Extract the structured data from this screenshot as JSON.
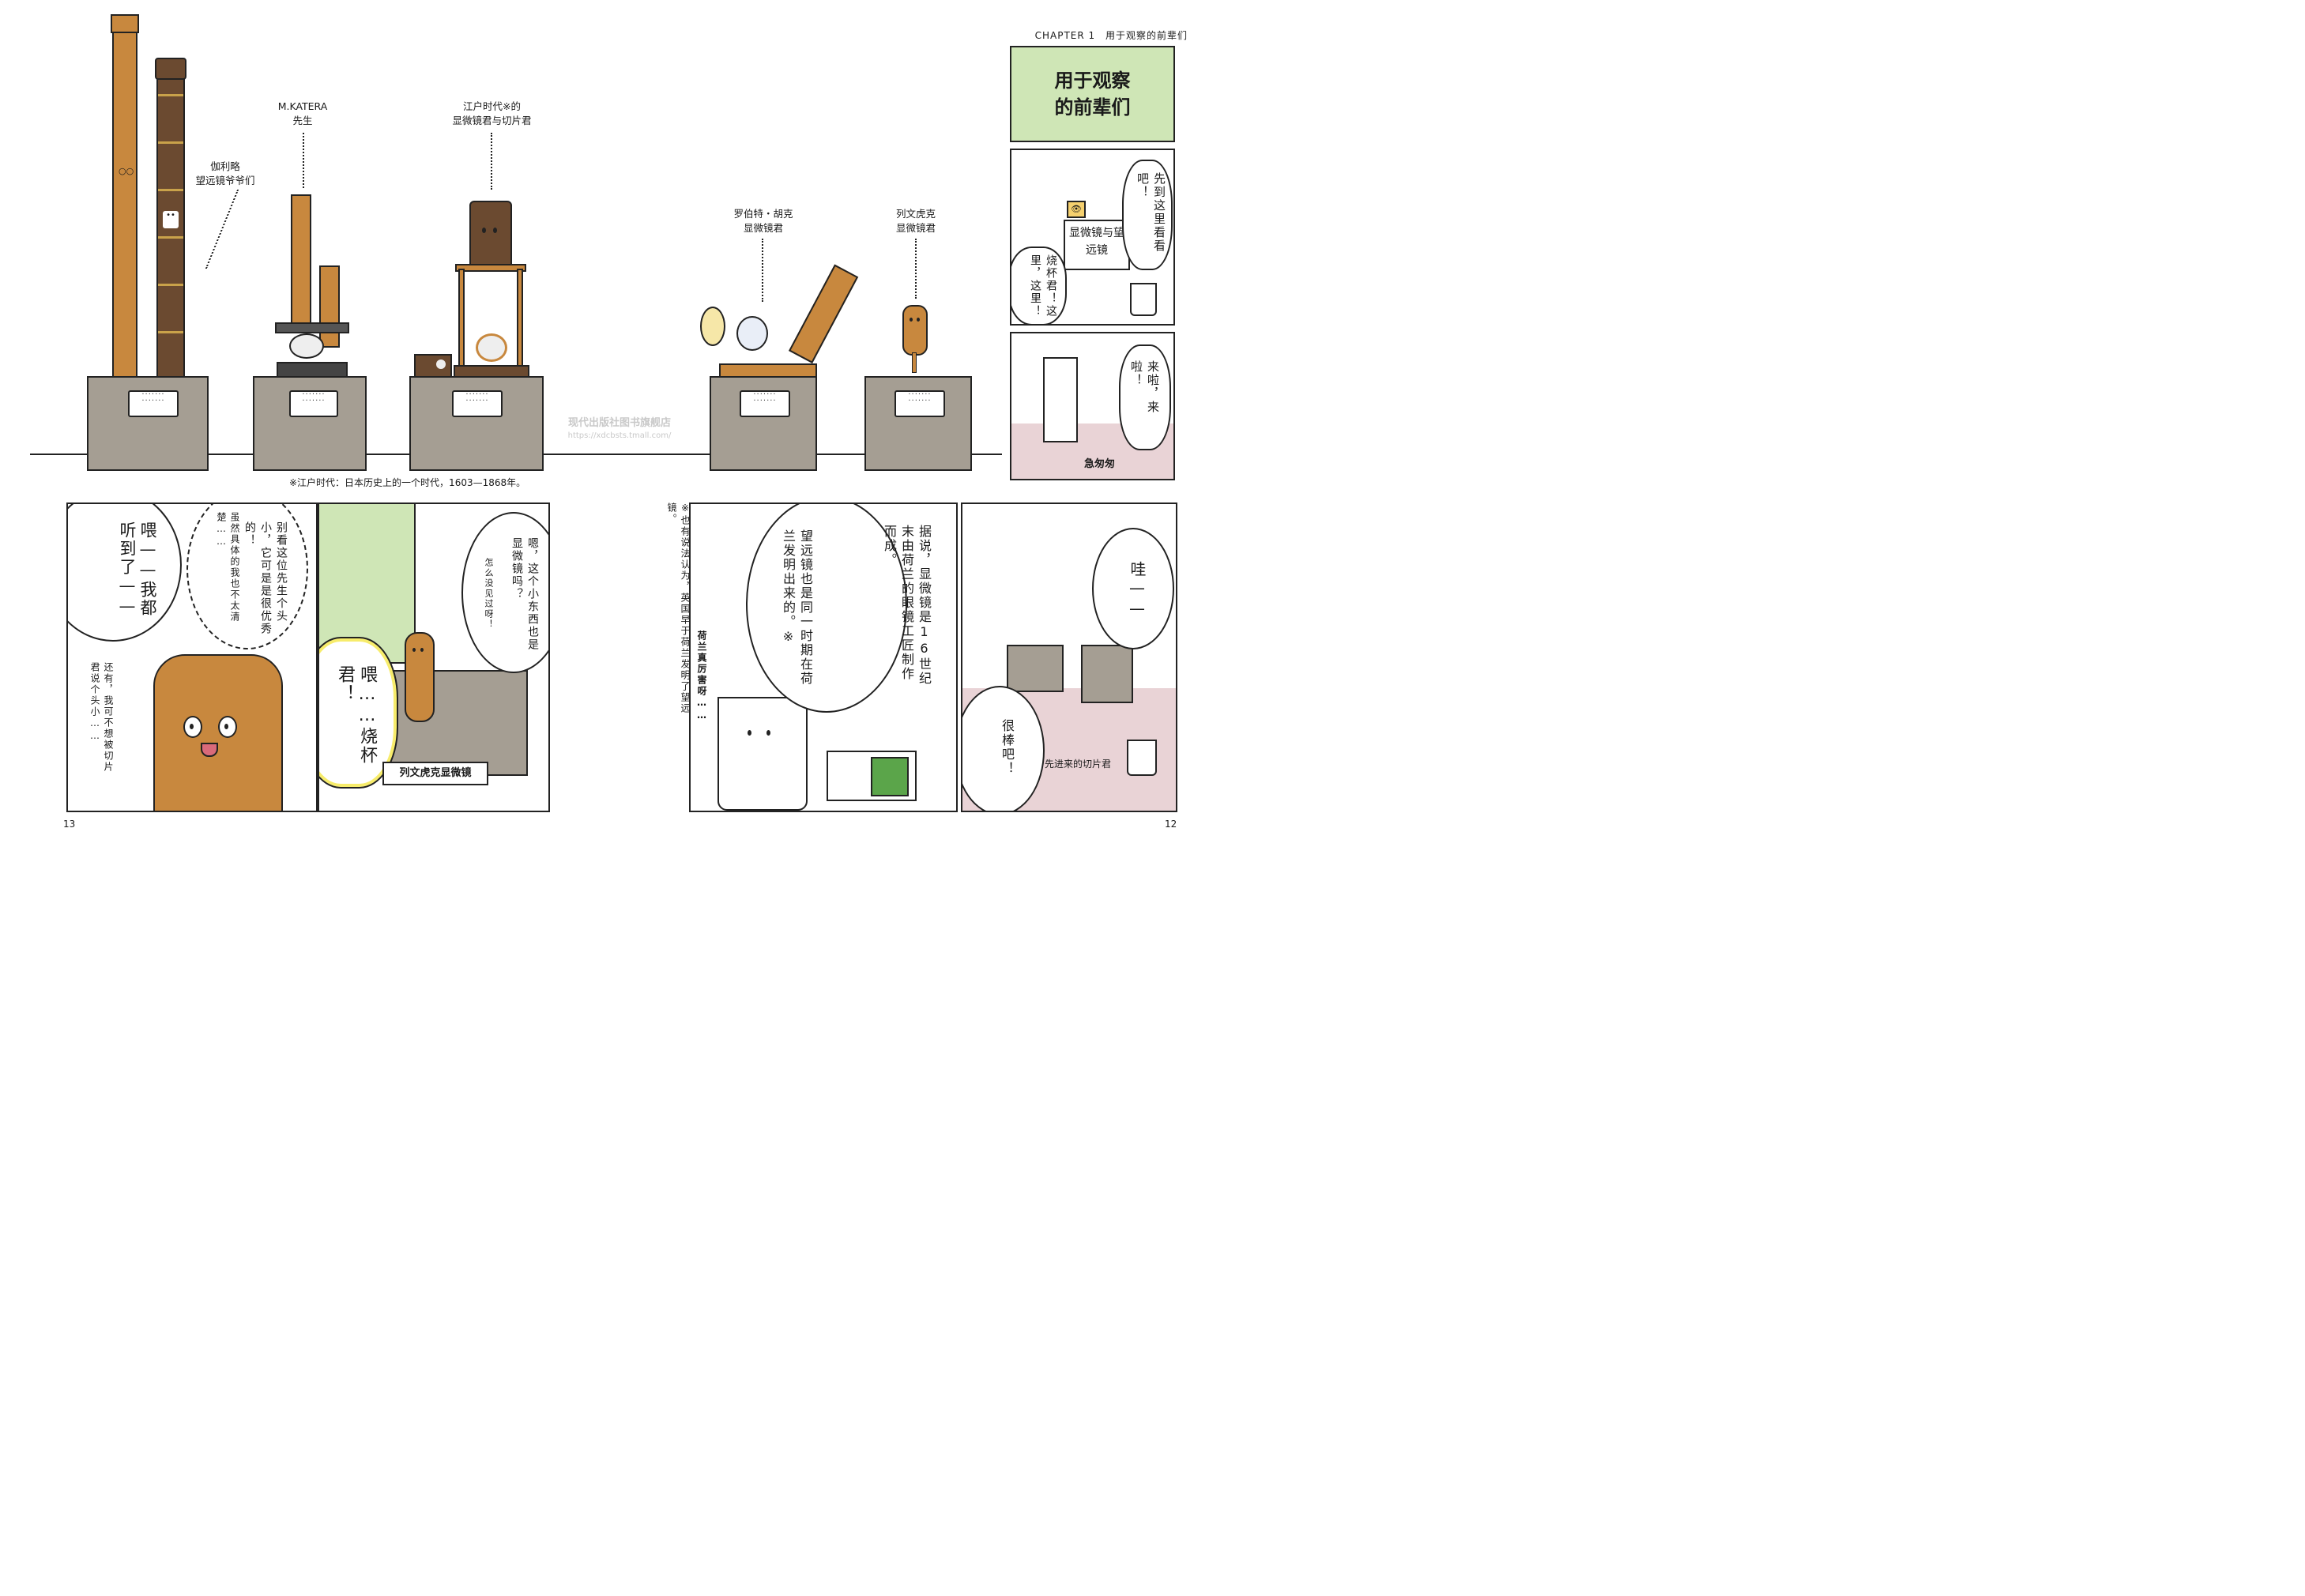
{
  "header": {
    "chapter": "CHAPTER 1",
    "chapter_title": "用于观察的前辈们"
  },
  "title_box": {
    "line1": "用于观察",
    "line2": "的前辈们"
  },
  "exhibit": {
    "galileo_label": [
      "伽利略",
      "望远镜爷爷们"
    ],
    "katera_label": [
      "M.KATERA",
      "先生"
    ],
    "edo_label": [
      "江户时代※的",
      "显微镜君与切片君"
    ],
    "hooke_label": [
      "罗伯特・胡克",
      "显微镜君"
    ],
    "leeuwenhoek_label": [
      "列文虎克",
      "显微镜君"
    ],
    "plaque_text": "·······\n·······"
  },
  "footnote_top": "※江户时代：日本历史上的一个时代，1603—1868年。",
  "watermark": {
    "shop": "现代出版社图书旗舰店",
    "url": "https://xdcbsts.tmall.com/"
  },
  "panels": {
    "p1": {
      "speech1": "先到这里看看吧！",
      "speech2": "烧杯君！这里，这里！",
      "sign": "显微镜与望远镜"
    },
    "p2": {
      "speech": "来啦，来啦！",
      "sfx": "急匆匆"
    },
    "p3": {
      "narration": "据说，显微镜是16世纪末由荷兰的眼镜工匠制作而成。",
      "speech": "望远镜也是同一时期在荷兰发明出来的。※",
      "small": "荷兰真厉害呀……"
    },
    "p3_footnote": "※也有说法认为，英国早于荷兰发明了望远镜。",
    "p4": {
      "speech1": "哇——",
      "speech2": "很棒吧！",
      "caption": "先进来的切片君"
    },
    "p5": {
      "speech1": "喂——我都听到了——",
      "thought": "别看这位先生个头小，它可是是很优秀的！",
      "thought2": "虽然具体的我也不太清楚……",
      "speech2": "还有，我可不想被切片君说个头小……"
    },
    "p6": {
      "shout": "喂……烧杯君！",
      "speech": "嗯，这个小东西也是显微镜吗？",
      "speech_small": "怎么没见过呀！",
      "plate": "列文虎克显微镜"
    }
  },
  "page_numbers": {
    "left": "13",
    "right": "12"
  },
  "colors": {
    "title_bg": "#cfe6b6",
    "pedestal": "#a59e93",
    "wood": "#c8883e",
    "dark_wood": "#6b4a30",
    "floor_pink": "#e9d3d6"
  }
}
